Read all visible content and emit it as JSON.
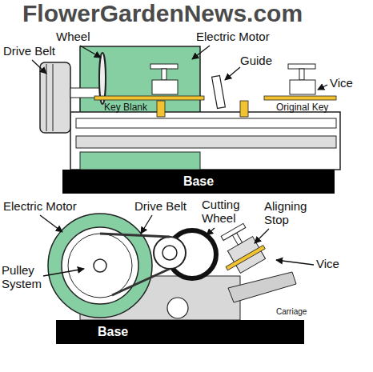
{
  "diagram": {
    "nodes": [
      {
        "text": [
          "Base"
        ]
      },
      {
        "text": [
          "Base"
        ]
      }
    ],
    "labels": [
      "FlowerGardenNews.com",
      "Wheel",
      "Electric Motor",
      "Drive Belt",
      "Guide",
      "Vice",
      "Key Blank",
      "Original Key",
      "Electric Motor",
      "Drive Belt",
      "Cutting Wheel",
      "Aligning Stop",
      "Pulley System",
      "Vice",
      "Carriage"
    ]
  }
}
